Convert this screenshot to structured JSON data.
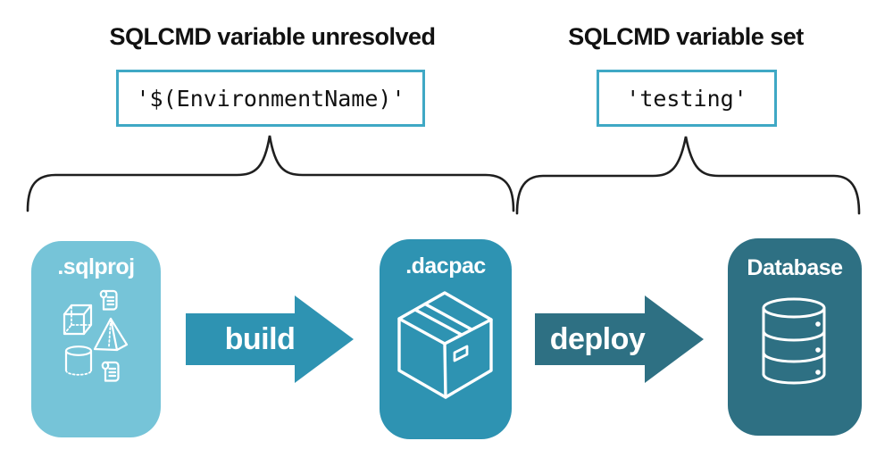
{
  "annotations": [
    {
      "heading": "SQLCMD variable unresolved",
      "value": "'$(EnvironmentName)'"
    },
    {
      "heading": "SQLCMD variable set",
      "value": "'testing'"
    }
  ],
  "stages": [
    {
      "label": ".sqlproj",
      "icon": "sql-objects-icon"
    },
    {
      "label": ".dacpac",
      "icon": "package-icon"
    },
    {
      "label": "Database",
      "icon": "database-icon"
    }
  ],
  "arrows": [
    {
      "label": "build"
    },
    {
      "label": "deploy"
    }
  ],
  "colors": {
    "sqlproj_box": "#76c4d8",
    "dacpac_box": "#2e93b2",
    "database_box": "#2e7083",
    "build_arrow": "#2e93b2",
    "deploy_arrow": "#2e7083",
    "code_box_border": "#3fa8c5",
    "brace_stroke": "#1f1f1f",
    "heading_text": "#111111",
    "icon_stroke": "#ffffff"
  }
}
